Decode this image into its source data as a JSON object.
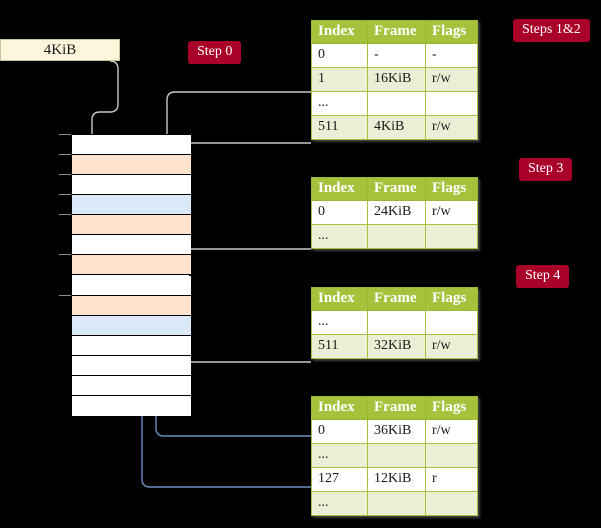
{
  "source": {
    "label": "4KiB"
  },
  "steps": [
    {
      "id": "step-0",
      "label": "Step 0"
    },
    {
      "id": "steps-1-2",
      "label": "Steps 1&2"
    },
    {
      "id": "step-3",
      "label": "Step 3"
    },
    {
      "id": "step-4",
      "label": "Step 4"
    }
  ],
  "columns": [
    "Index",
    "Frame",
    "Flags"
  ],
  "tables": [
    {
      "name": "page-table-level-1",
      "rows": [
        {
          "index": "0",
          "frame": "-",
          "flags": "-",
          "style": "plain",
          "highlight": false
        },
        {
          "index": "1",
          "frame": "16KiB",
          "flags": "r/w",
          "style": "alt",
          "highlight": false
        },
        {
          "index": "...",
          "frame": "",
          "flags": "",
          "style": "plain",
          "highlight": false
        },
        {
          "index": "511",
          "frame": "4KiB",
          "flags": "r/w",
          "style": "alt",
          "highlight": true
        }
      ]
    },
    {
      "name": "page-table-level-2",
      "rows": [
        {
          "index": "0",
          "frame": "24KiB",
          "flags": "r/w",
          "style": "plain",
          "highlight": false
        },
        {
          "index": "...",
          "frame": "",
          "flags": "",
          "style": "alt",
          "highlight": false
        }
      ]
    },
    {
      "name": "page-table-level-3",
      "rows": [
        {
          "index": "...",
          "frame": "",
          "flags": "",
          "style": "plain",
          "highlight": false
        },
        {
          "index": "511",
          "frame": "32KiB",
          "flags": "r/w",
          "style": "alt",
          "highlight": false
        }
      ]
    },
    {
      "name": "page-table-level-4",
      "rows": [
        {
          "index": "0",
          "frame": "36KiB",
          "flags": "r/w",
          "style": "plain",
          "highlight": false
        },
        {
          "index": "...",
          "frame": "",
          "flags": "",
          "style": "alt",
          "highlight": false
        },
        {
          "index": "127",
          "frame": "12KiB",
          "flags": "r",
          "style": "plain",
          "highlight": false
        },
        {
          "index": "...",
          "frame": "",
          "flags": "",
          "style": "alt",
          "highlight": false
        }
      ]
    }
  ],
  "memory": {
    "name": "physical-memory-column",
    "rows": [
      {
        "fill": "white"
      },
      {
        "fill": "orange"
      },
      {
        "fill": "white"
      },
      {
        "fill": "blue"
      },
      {
        "fill": "orange"
      },
      {
        "fill": "white"
      },
      {
        "fill": "orange"
      },
      {
        "fill": "white"
      },
      {
        "fill": "orange"
      },
      {
        "fill": "blue"
      },
      {
        "fill": "white"
      },
      {
        "fill": "white"
      },
      {
        "fill": "white"
      },
      {
        "fill": "white"
      }
    ]
  },
  "colors": {
    "badge": "#a80028",
    "table_header": "#a6c13c",
    "table_alt_row": "#eaf0d6",
    "highlight": "#fbf4a8",
    "frame_orange": "#fde3cd",
    "frame_blue": "#dbe8f7",
    "source_box": "#fdf6dd",
    "arrow_gray": "#c8c8c8",
    "arrow_blue": "#6b8fc4",
    "background": "#000000"
  }
}
